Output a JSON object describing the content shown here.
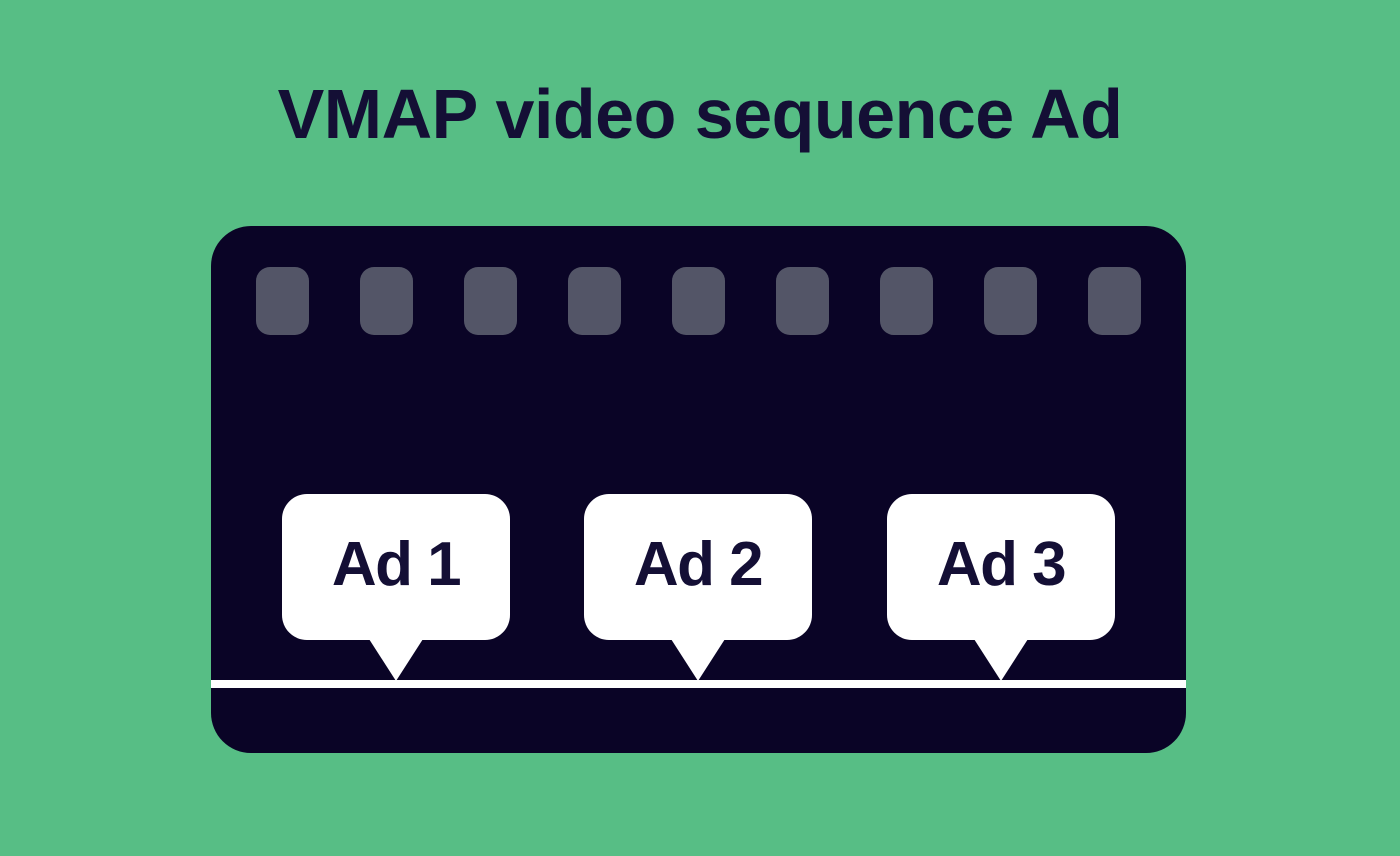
{
  "title": "VMAP video sequence Ad",
  "colors": {
    "background": "#57BE85",
    "strip": "#0A0426",
    "perforation": "#535567",
    "text": "#140F35",
    "bubble": "#FFFFFF",
    "timeline": "#FFFFFF"
  },
  "filmstrip": {
    "perforation_count": 9
  },
  "ads": [
    {
      "label": "Ad 1"
    },
    {
      "label": "Ad 2"
    },
    {
      "label": "Ad 3"
    }
  ]
}
